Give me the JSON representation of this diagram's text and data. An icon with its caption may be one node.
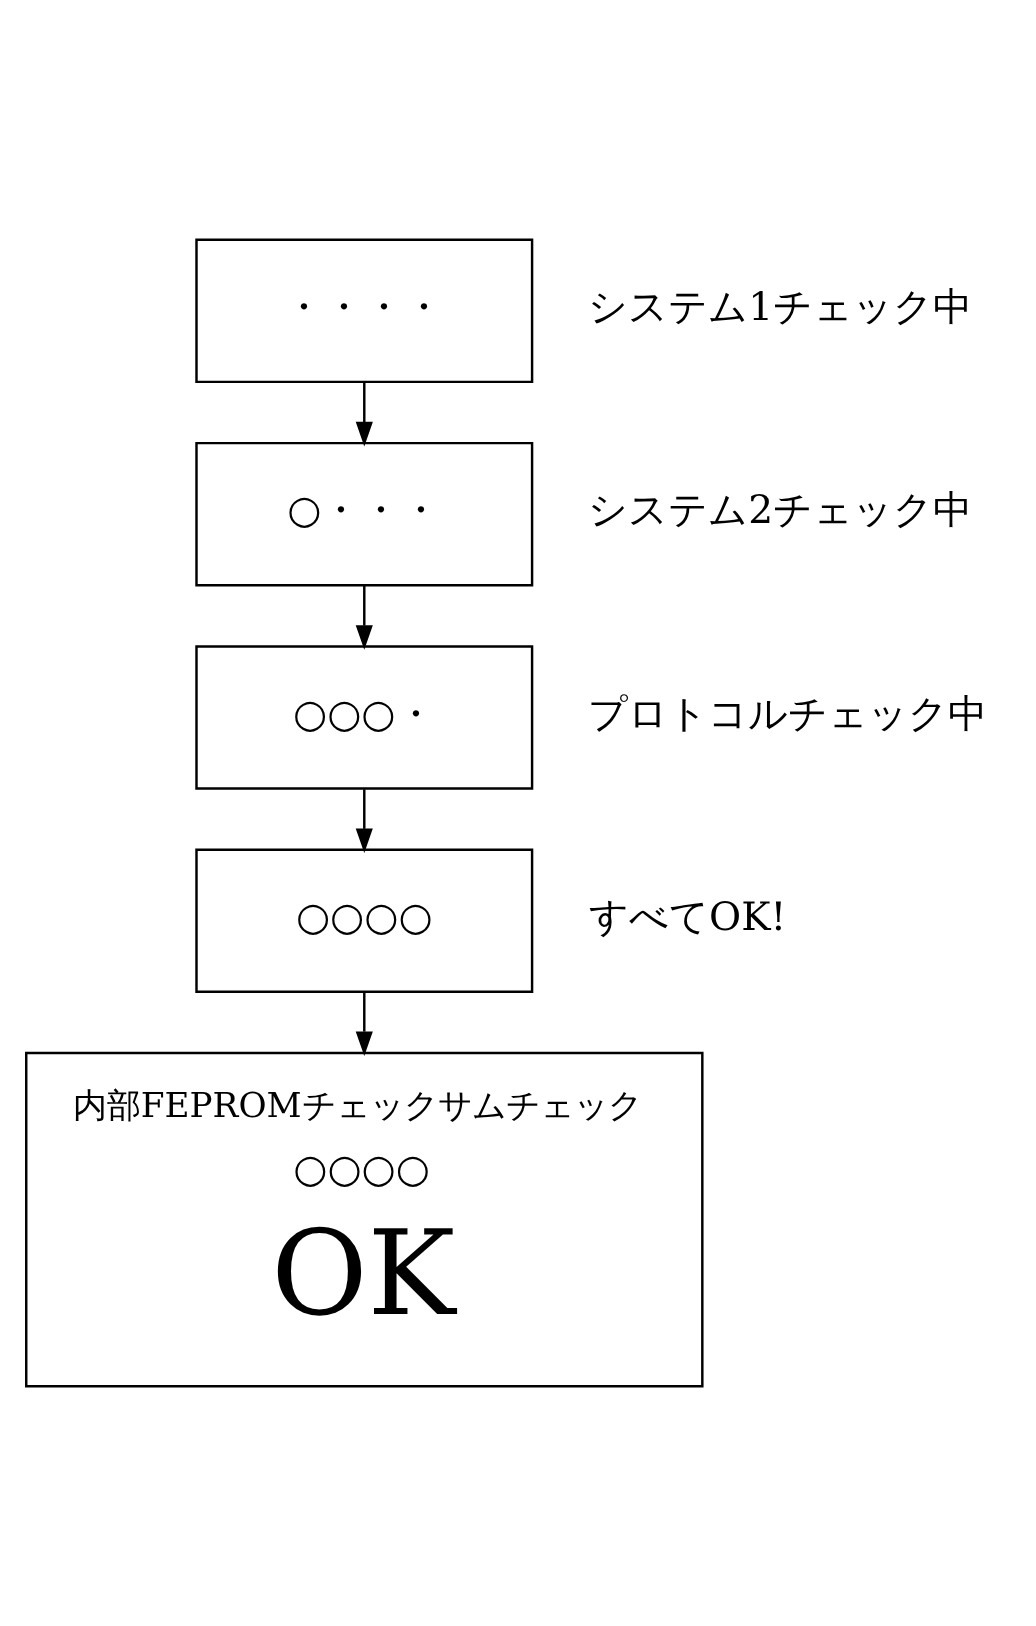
{
  "diagram": {
    "nodes": [
      {
        "text": [
          "・・・・"
        ],
        "beside": [
          "システム1チェック中"
        ]
      },
      {
        "text": [
          "○・・・"
        ],
        "beside": [
          "システム2チェック中"
        ]
      },
      {
        "text": [
          "○○○・"
        ],
        "beside": [
          "プロトコルチェック中"
        ]
      },
      {
        "text": [
          "○○○○"
        ],
        "beside": [
          "すべてOK!"
        ]
      },
      {
        "text": [
          "内部FEPROMチェックサムチェック",
          "○○○○",
          "OK"
        ]
      }
    ],
    "edges": [
      {
        "from": 0,
        "to": 1,
        "arrow": "to"
      },
      {
        "from": 1,
        "to": 2,
        "arrow": "to"
      },
      {
        "from": 2,
        "to": 3,
        "arrow": "to"
      },
      {
        "from": 3,
        "to": 4,
        "arrow": "to"
      }
    ]
  }
}
